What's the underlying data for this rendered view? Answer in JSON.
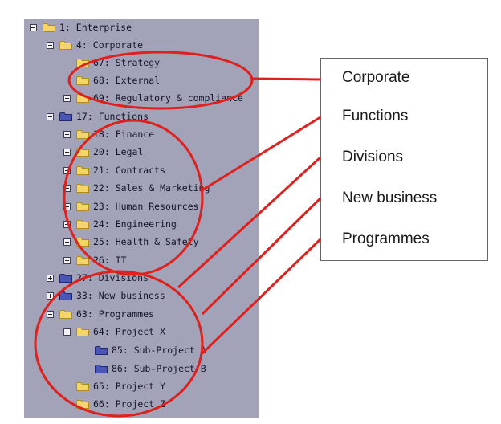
{
  "tree": {
    "rows": [
      {
        "label": "1: Enterprise",
        "toggle": "minus",
        "folder": "yellow"
      },
      {
        "label": "4: Corporate",
        "toggle": "minus",
        "folder": "yellow"
      },
      {
        "label": "67: Strategy",
        "toggle": "none",
        "folder": "yellow"
      },
      {
        "label": "68: External",
        "toggle": "none",
        "folder": "yellow"
      },
      {
        "label": "69: Regulatory & compliance",
        "toggle": "plus",
        "folder": "yellow"
      },
      {
        "label": "17: Functions",
        "toggle": "minus",
        "folder": "blue"
      },
      {
        "label": "18: Finance",
        "toggle": "plus",
        "folder": "yellow"
      },
      {
        "label": "20: Legal",
        "toggle": "plus",
        "folder": "yellow"
      },
      {
        "label": "21: Contracts",
        "toggle": "plus",
        "folder": "yellow"
      },
      {
        "label": "22: Sales & Marketing",
        "toggle": "plus",
        "folder": "yellow"
      },
      {
        "label": "23: Human Resources",
        "toggle": "plus",
        "folder": "yellow"
      },
      {
        "label": "24: Engineering",
        "toggle": "plus",
        "folder": "yellow"
      },
      {
        "label": "25: Health & Safety",
        "toggle": "plus",
        "folder": "yellow"
      },
      {
        "label": "26: IT",
        "toggle": "plus",
        "folder": "yellow"
      },
      {
        "label": "27: Divisions",
        "toggle": "plus",
        "folder": "blue"
      },
      {
        "label": "33: New business",
        "toggle": "plus",
        "folder": "blue"
      },
      {
        "label": "63: Programmes",
        "toggle": "minus",
        "folder": "yellow"
      },
      {
        "label": "64: Project X",
        "toggle": "minus",
        "folder": "yellow"
      },
      {
        "label": "85: Sub-Project A",
        "toggle": "none",
        "folder": "blue"
      },
      {
        "label": "86: Sub-Project B",
        "toggle": "none",
        "folder": "blue"
      },
      {
        "label": "65: Project Y",
        "toggle": "none",
        "folder": "yellow"
      },
      {
        "label": "66: Project Z",
        "toggle": "none",
        "folder": "yellow"
      }
    ]
  },
  "legend": {
    "items": [
      "Corporate",
      "Functions",
      "Divisions",
      "New business",
      "Programmes"
    ]
  },
  "colors": {
    "panel_bg": "#a2a3b8",
    "highlight_red": "#e0201c",
    "folder_yellow": "#f5d46a",
    "folder_blue": "#4a55b8"
  }
}
